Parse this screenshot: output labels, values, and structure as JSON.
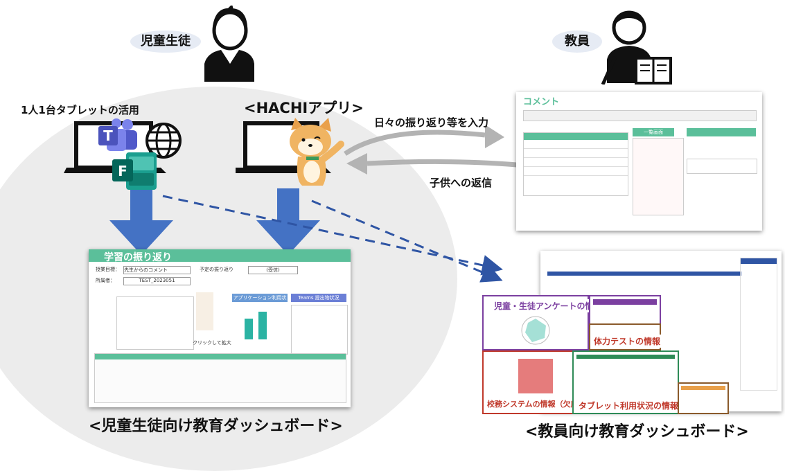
{
  "labels": {
    "students": "児童生徒",
    "teachers": "教員",
    "tablet_use": "1人1台タブレットの活用",
    "hachi_app": "<HACHIアプリ>",
    "daily_reflection": "日々の振り返り等を入力",
    "reply_to_child": "子供への返信",
    "student_dashboard": "<児童生徒向け教育ダッシュボード>",
    "teacher_dashboard": "<教員向け教育ダッシュボード>"
  },
  "student_dashboard": {
    "title": "学習の振り返り",
    "fields": [
      "授業目標：",
      "先生からのコメント",
      "所属者：",
      "TEST_2023051",
      "予定の振り返り",
      "(受信)"
    ],
    "tabs": [
      "アプリケーション利用状況",
      "Teams 提出物状況"
    ],
    "click_hint": "クリックして拡大"
  },
  "teacher_app_panel": {
    "title": "コメント",
    "tab": "一覧画面"
  },
  "teacher_dashboard": {
    "sections": [
      "児童・生徒アンケートの情報",
      "体力テストの情報",
      "校務システムの情報（欠席等）",
      "タブレット利用状況の情報"
    ]
  },
  "colors": {
    "arrow_blue": "#4472c4",
    "dash_blue": "#2f55a4",
    "bidir_gray": "#b3b3b3",
    "circle_gray": "#ececec",
    "dashboard_green": "#5bbf9a",
    "section_red": "#c0392b"
  },
  "icons": [
    "student-icon",
    "teacher-icon",
    "laptop-icon",
    "teams-icon",
    "globe-icon",
    "forms-icon",
    "dog-mascot-icon"
  ]
}
